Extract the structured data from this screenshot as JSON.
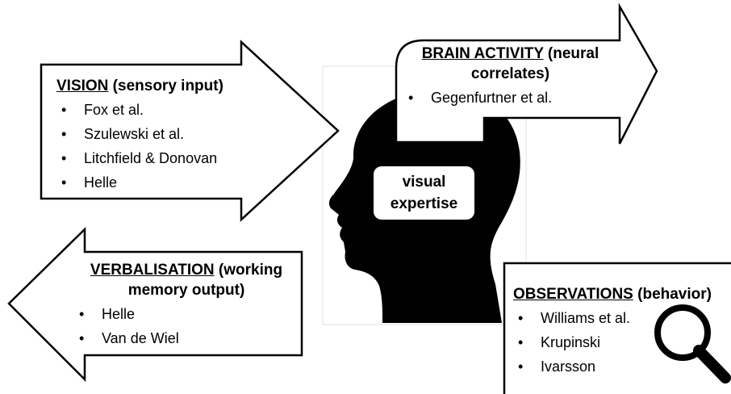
{
  "center_label": {
    "line1": "visual",
    "line2": "expertise"
  },
  "vision": {
    "heading_key": "VISION",
    "heading_rest": " (sensory input)",
    "items": [
      "Fox et al.",
      "Szulewski et al.",
      "Litchfield & Donovan",
      "Helle"
    ]
  },
  "brain_activity": {
    "heading_key": "BRAIN ACTIVITY",
    "heading_rest": " (neural",
    "heading_line2": "correlates)",
    "items": [
      "Gegenfurtner et al."
    ]
  },
  "verbalisation": {
    "heading_key": "VERBALISATION",
    "heading_rest": " (working",
    "heading_line2": "memory output)",
    "items": [
      "Helle",
      "Van de Wiel"
    ]
  },
  "observations": {
    "heading_key": "OBSERVATIONS",
    "heading_rest": " (behavior)",
    "items": [
      "Williams et al.",
      "Krupinski",
      "Ivarsson"
    ]
  },
  "icons": {
    "head": "head-silhouette-icon",
    "magnifier": "magnifying-glass-icon"
  },
  "colors": {
    "silhouette": "#000000",
    "background": "#ffffff"
  }
}
